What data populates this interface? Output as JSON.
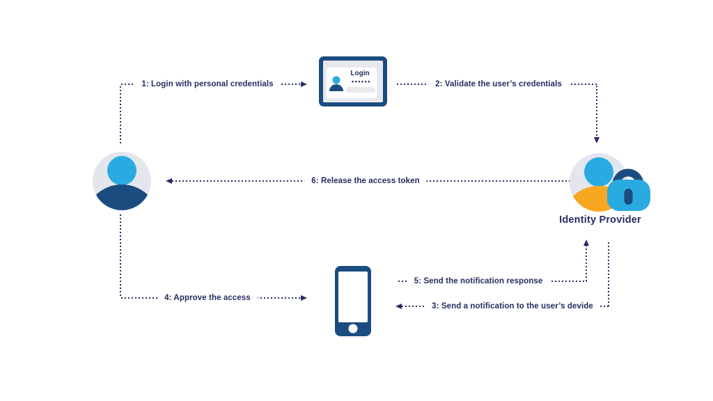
{
  "diagram": {
    "type": "authentication-flow",
    "colors": {
      "navy": "#1B4C80",
      "cyan": "#29ABE2",
      "orange": "#F6A821",
      "ink": "#262C62",
      "gray": "#E3E6EC",
      "screen": "#E7E9ED",
      "input": "#E8EAEE"
    },
    "nodes": {
      "user": {
        "name": "user"
      },
      "login_screen": {
        "name": "login screen",
        "title": "Login",
        "password_mask": "••••••"
      },
      "identity_provider": {
        "name": "identity provider",
        "label": "Identity Provider"
      },
      "phone": {
        "name": "phone"
      }
    },
    "flows": [
      {
        "id": 1,
        "label": "1: Login with personal credentials",
        "from": "user",
        "to": "login_screen"
      },
      {
        "id": 2,
        "label": "2: Validate the user’s credentials",
        "from": "login_screen",
        "to": "identity_provider"
      },
      {
        "id": 3,
        "label": "3: Send a notification to the user’s devide",
        "from": "identity_provider",
        "to": "phone"
      },
      {
        "id": 4,
        "label": "4: Approve the access",
        "from": "user",
        "to": "phone"
      },
      {
        "id": 5,
        "label": "5: Send the notification response",
        "from": "phone",
        "to": "identity_provider"
      },
      {
        "id": 6,
        "label": "6: Release the access token",
        "from": "identity_provider",
        "to": "user"
      }
    ]
  }
}
